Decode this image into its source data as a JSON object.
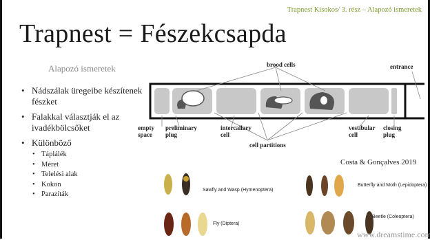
{
  "header": {
    "breadcrumb": "Trapnest Kisokos/ 3. rész – Alapozó ismeretek"
  },
  "slide": {
    "title": "Trapnest = Fészekcsapda",
    "subtitle": "Alapozó ismeretek",
    "bullets": [
      {
        "text": "Nádszálak üregeibe készítenek fészket"
      },
      {
        "text": "Falakkal választják el az ivadékbölcsőket"
      },
      {
        "text": "Különböző"
      }
    ],
    "sub_bullets": [
      "Táplálék",
      "Méret",
      "Telelési alak",
      "Kokon",
      "Paraziták"
    ]
  },
  "diagram": {
    "labels": {
      "brood_cells": "brood cells",
      "entrance": "entrance",
      "empty_space": "empty\nspace",
      "preliminary_plug": "preliminary\nplug",
      "intercallary_cell": "intercallary\ncell",
      "cell_partitions": "cell partitions",
      "vestibular_cell": "vestibular\ncell",
      "closing_plug": "closing\nplug"
    }
  },
  "citation": "Costa & Gonçalves 2019",
  "insects": {
    "sawfly_wasp": "Sawfly and Wasp (Hymenoptera)",
    "butterfly_moth": "Butterfly and Moth (Lepidoptera)",
    "fly": "Fly (Diptera)",
    "beetle": "Beetle (Coleoptera)"
  },
  "watermark": "www.dreamstime.com",
  "colors": {
    "header_green": "#7a9a2a",
    "cell_gray": "#c8c8c8"
  }
}
